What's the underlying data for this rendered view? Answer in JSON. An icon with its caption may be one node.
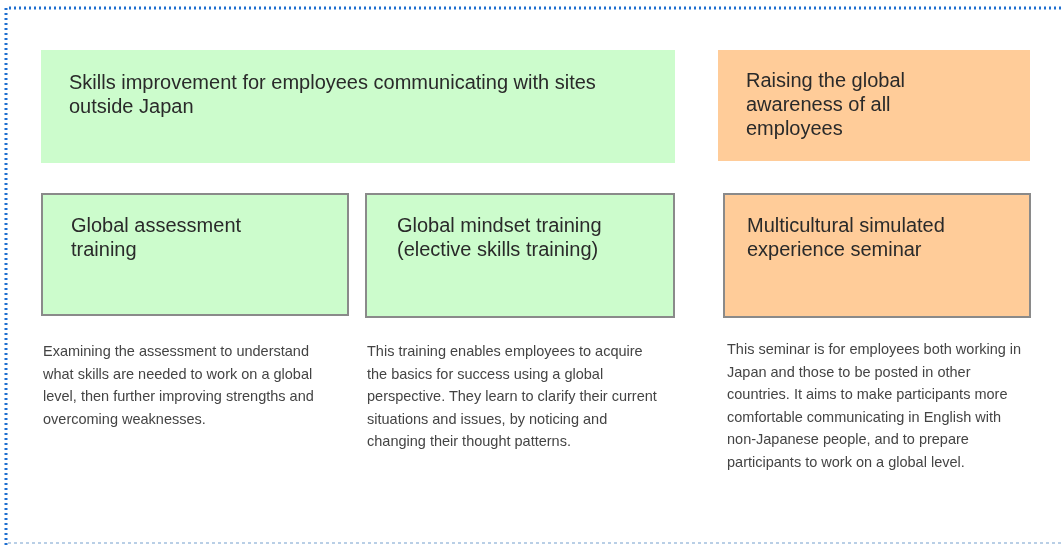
{
  "diagram": {
    "nodes": [
      {
        "text": [
          "Skills improvement for employees communicating with sites outside Japan"
        ]
      },
      {
        "text": [
          "Raising the global awareness of all employees"
        ]
      },
      {
        "text": [
          "Global assessment training"
        ],
        "beside": [
          "Examining the assessment to understand what skills are needed to work on a global level, then further improving strengths and overcoming weaknesses."
        ]
      },
      {
        "text": [
          "Global mindset training (elective skills training)"
        ],
        "beside": [
          "This training enables employees to acquire the basics for success using a global perspective. They learn to clarify their current situations and issues, by noticing and changing their thought patterns."
        ]
      },
      {
        "text": [
          "Multicultural simulated experience seminar"
        ],
        "beside": [
          "This seminar is for employees both working in Japan and those to be posted in other countries. It aims to make participants more comfortable communicating in English with non-Japanese people, and to prepare participants to work on a global level."
        ]
      }
    ]
  }
}
